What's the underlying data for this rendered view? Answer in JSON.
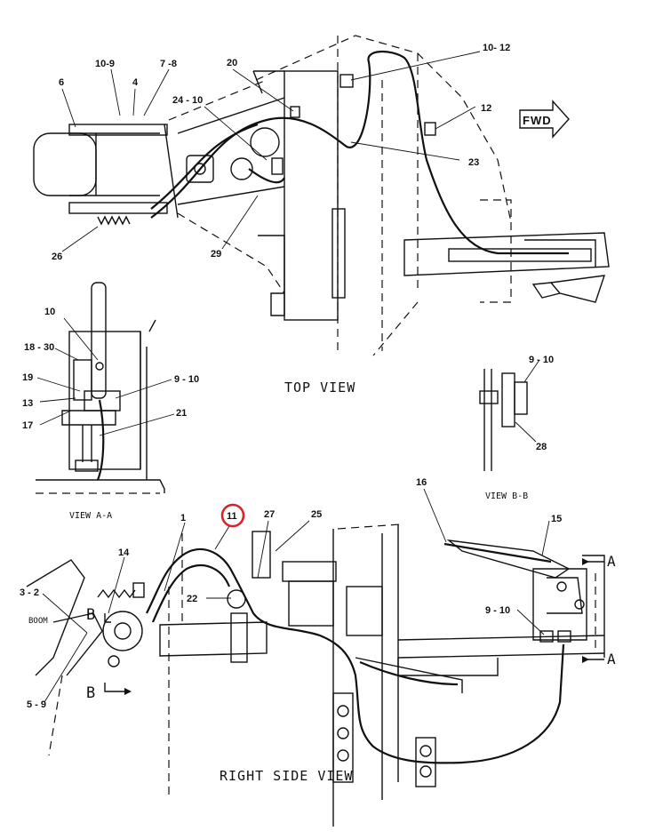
{
  "views": {
    "top": "TOP VIEW",
    "right_side": "RIGHT SIDE VIEW",
    "a_a": "VIEW  A-A",
    "b_b": "VIEW  B-B"
  },
  "fwd_label": "FWD",
  "section_marks": {
    "a": "A",
    "b": "B"
  },
  "boom_label": "BOOM",
  "highlight_color": "#d8232a",
  "callouts": {
    "top": [
      "10-9",
      "7 -8",
      "4",
      "6",
      "20",
      "24 - 10",
      "10- 12",
      "12",
      "23",
      "26",
      "29"
    ],
    "view_aa": [
      "10",
      "18 - 30",
      "19",
      "13",
      "17",
      "9 - 10",
      "21"
    ],
    "view_bb": [
      "9 - 10",
      "28"
    ],
    "side": [
      "16",
      "15",
      "1",
      "11",
      "27",
      "25",
      "14",
      "3 - 2",
      "22",
      "9 - 10",
      "5 - 9"
    ]
  }
}
